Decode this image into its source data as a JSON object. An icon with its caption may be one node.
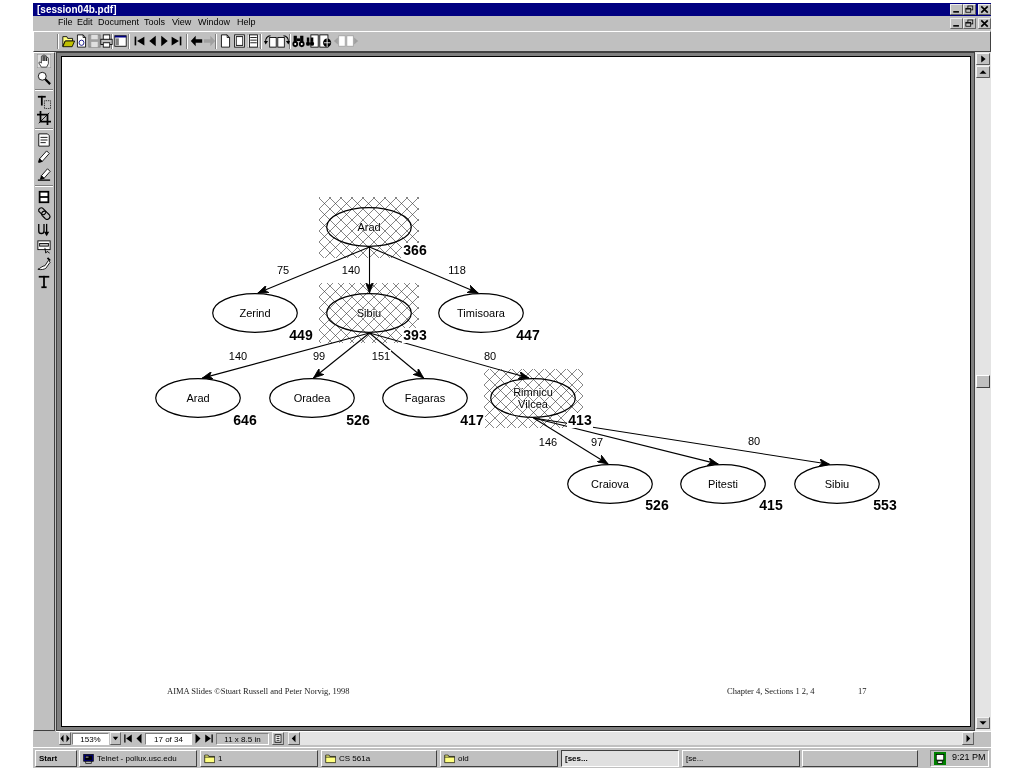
{
  "diagram": {
    "nodes": [
      {
        "text": [
          "Arad"
        ],
        "beside": [
          "366"
        ]
      },
      {
        "text": [
          "Zerind"
        ],
        "beside": [
          "449"
        ]
      },
      {
        "text": [
          "Sibiu"
        ],
        "beside": [
          "393"
        ]
      },
      {
        "text": [
          "Timisoara"
        ],
        "beside": [
          "447"
        ]
      },
      {
        "text": [
          "Arad"
        ],
        "beside": [
          "646"
        ]
      },
      {
        "text": [
          "Oradea"
        ],
        "beside": [
          "526"
        ]
      },
      {
        "text": [
          "Fagaras"
        ],
        "beside": [
          "417"
        ]
      },
      {
        "text": [
          "Rimnicu Vilcea"
        ],
        "beside": [
          "413"
        ]
      },
      {
        "text": [
          "Craiova"
        ],
        "beside": [
          "526"
        ]
      },
      {
        "text": [
          "Pitesti"
        ],
        "beside": [
          "415"
        ]
      },
      {
        "text": [
          "Sibiu"
        ],
        "beside": [
          "553"
        ]
      }
    ],
    "edges": [
      {
        "from": 0,
        "to": 1,
        "arrow": "to",
        "label": "75"
      },
      {
        "from": 0,
        "to": 2,
        "arrow": "to",
        "label": "140"
      },
      {
        "from": 0,
        "to": 3,
        "arrow": "to",
        "label": "118"
      },
      {
        "from": 2,
        "to": 4,
        "arrow": "to",
        "label": "140"
      },
      {
        "from": 2,
        "to": 5,
        "arrow": "to",
        "label": "99"
      },
      {
        "from": 2,
        "to": 6,
        "arrow": "to",
        "label": "151"
      },
      {
        "from": 2,
        "to": 7,
        "arrow": "to",
        "label": "80"
      },
      {
        "from": 7,
        "to": 8,
        "arrow": "to",
        "label": "146"
      },
      {
        "from": 7,
        "to": 9,
        "arrow": "to",
        "label": "97"
      },
      {
        "from": 7,
        "to": 10,
        "arrow": "to",
        "label": "80"
      }
    ],
    "labels": [
      "[session04b.pdf]",
      "File",
      "Edit",
      "Document",
      "Tools",
      "View",
      "Window",
      "Help",
      "AIMA Slides ©Stuart Russell and Peter Norvig, 1998",
      "Chapter 4, Sections 1 2, 4",
      "17",
      "153%",
      "17 of 34",
      "11 x 8.5 in",
      "Start",
      "Telnet - pollux.usc.edu",
      "1",
      "CS 561a",
      "old",
      "[ses...",
      "[se...",
      "9:21 PM"
    ]
  }
}
